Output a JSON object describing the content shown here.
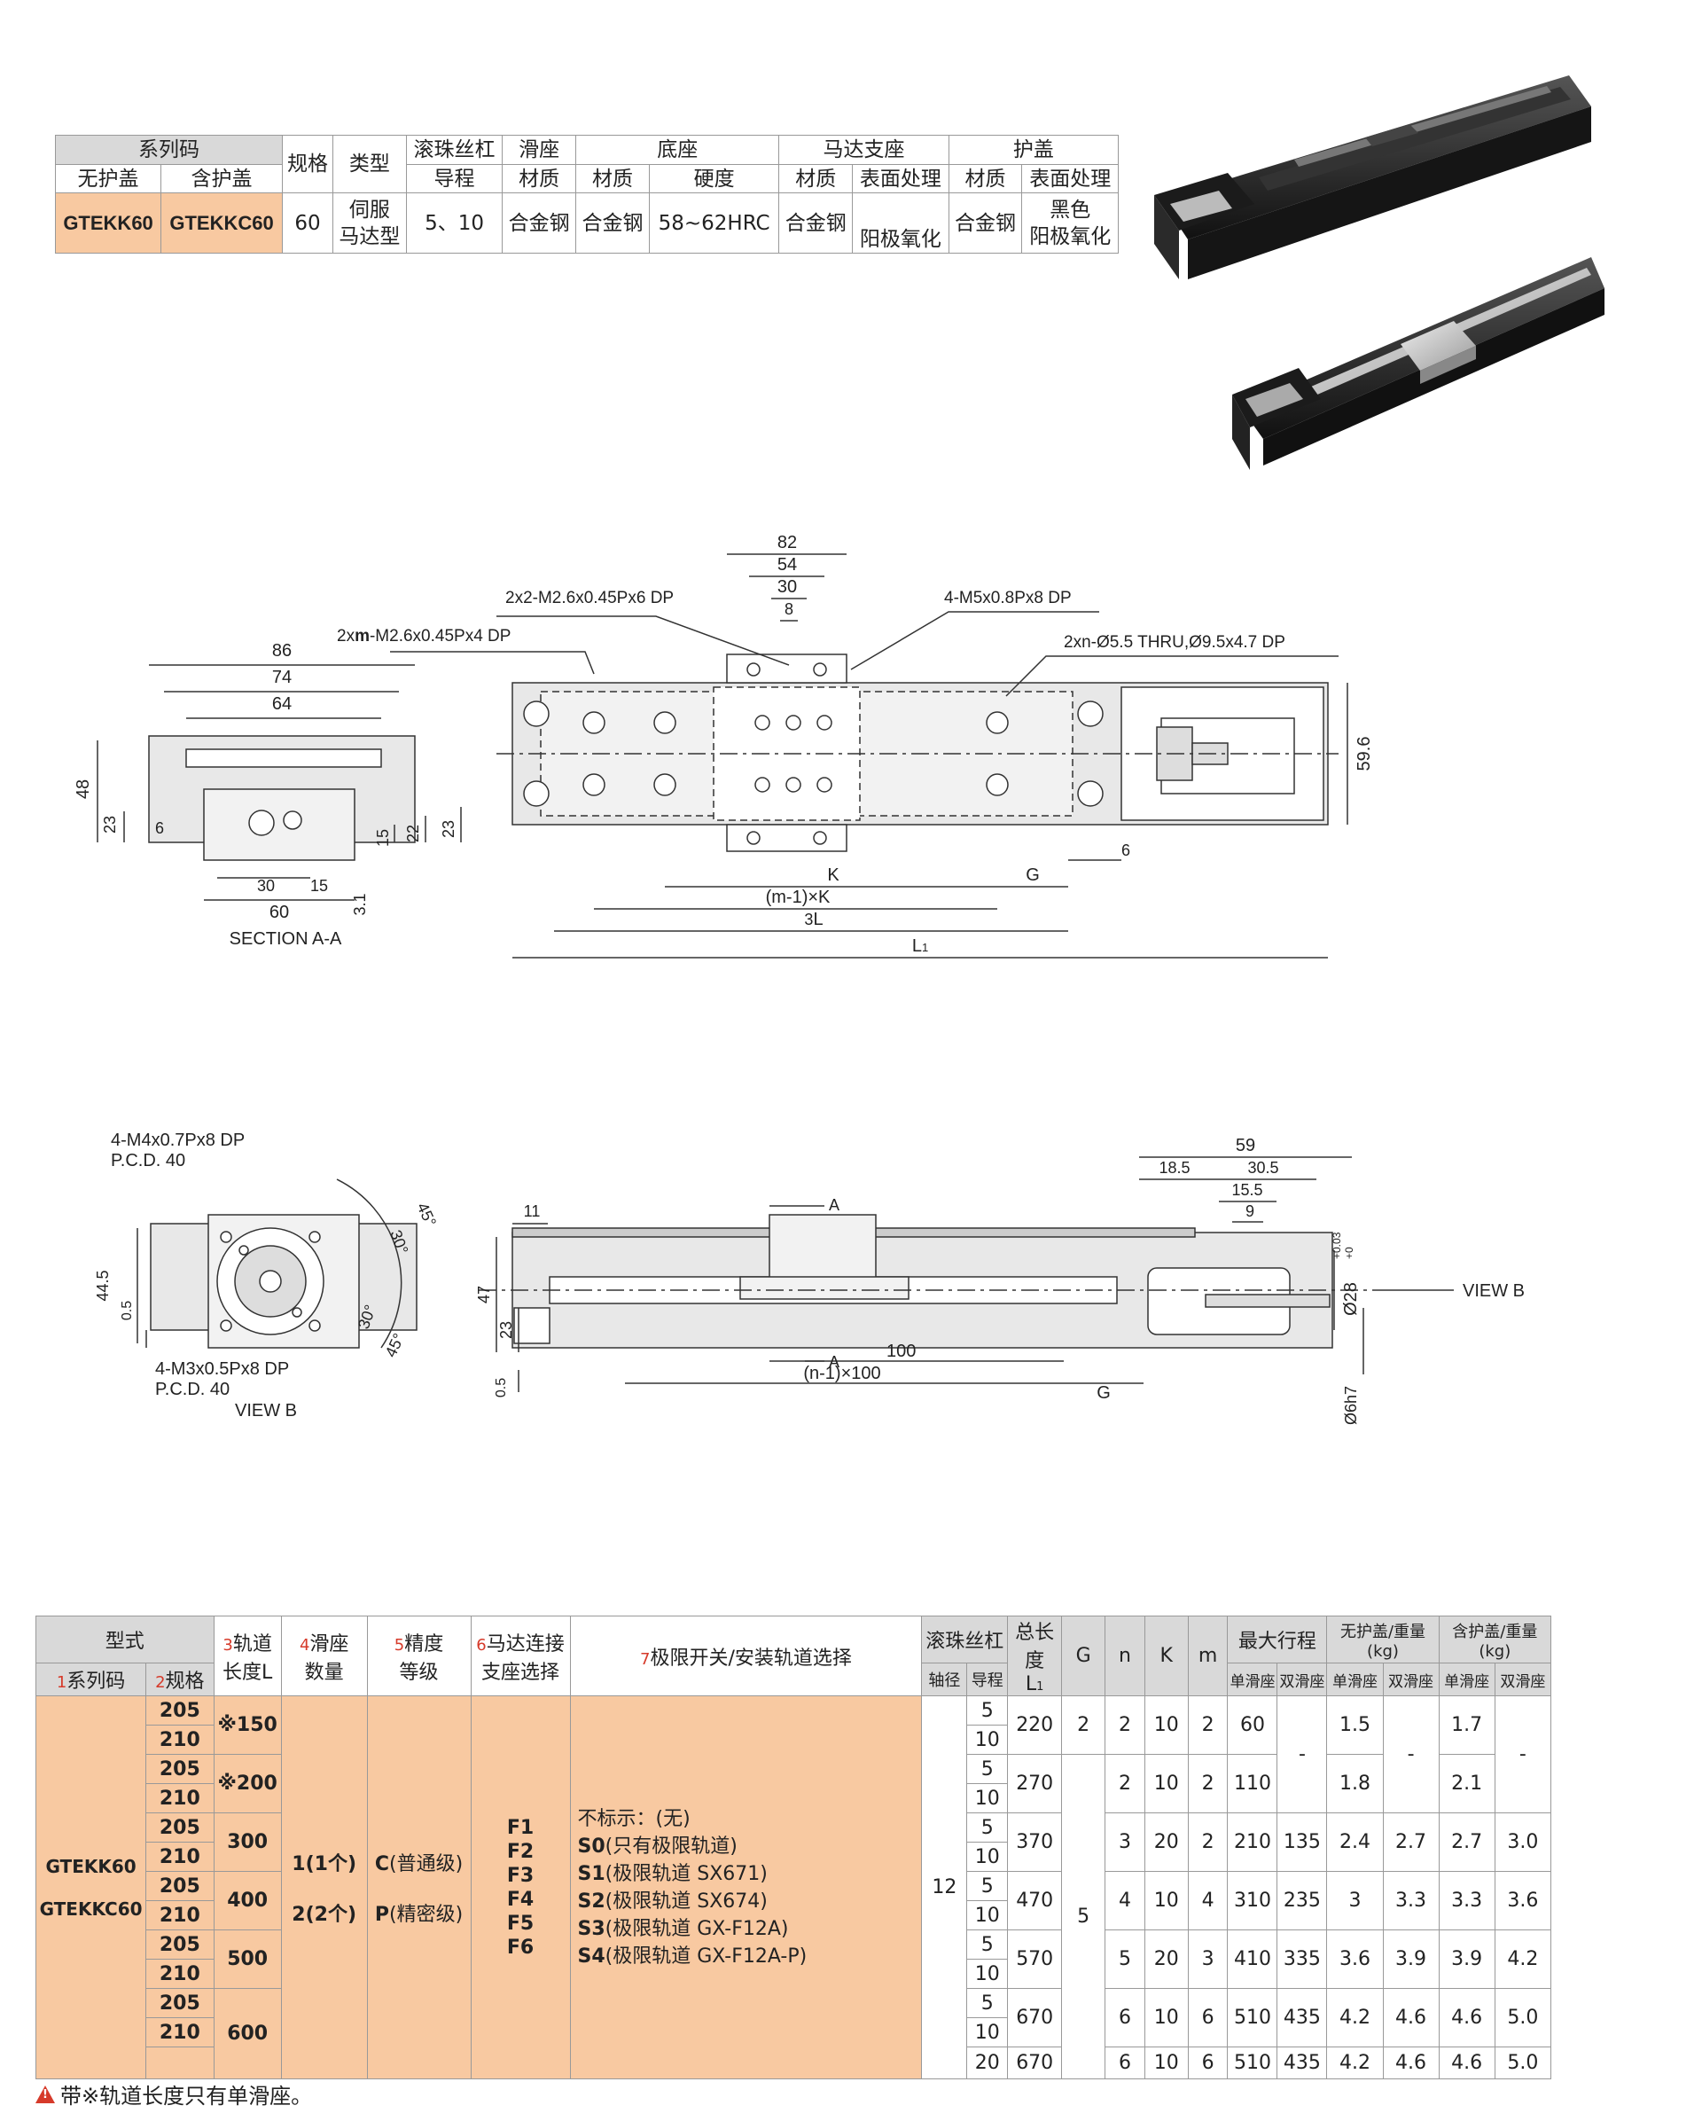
{
  "spec_table": {
    "header1": [
      "系列码",
      "规格",
      "类型",
      "滚珠丝杠",
      "滑座",
      "底座",
      "马达支座",
      "护盖"
    ],
    "header2": [
      "无护盖",
      "含护盖",
      "导程",
      "材质",
      "材质",
      "硬度",
      "材质",
      "表面处理",
      "材质",
      "表面处理"
    ],
    "row": {
      "code_no_cover": "GTEKK60",
      "code_with_cover": "GTEKKC60",
      "size": "60",
      "type": "伺服\n马达型",
      "lead": "5、10",
      "slider_material": "合金钢",
      "base_material": "合金钢",
      "base_hardness": "58~62HRC",
      "motor_seat_material": "合金钢",
      "motor_seat_surface": "阳极氧化",
      "cover_material": "合金钢",
      "cover_surface": "黑色\n阳极氧化"
    }
  },
  "drawing_top": {
    "section_label": "SECTION A-A",
    "section_dims": [
      "86",
      "74",
      "64",
      "48",
      "23",
      "6",
      "15",
      "22",
      "23",
      "30",
      "15",
      "3.1",
      "60"
    ],
    "callouts": [
      "2x2-M2.6x0.45Px6 DP",
      "4-M5x0.8Px8 DP",
      "2xm-M2.6x0.45Px4 DP",
      "2xn-Ø5.5 THRU,Ø9.5x4.7 DP"
    ],
    "callout_m_prefix": "2x",
    "callout_m_bold": "m",
    "callout_m_rest": "-M2.6x0.45Px4 DP",
    "top_dims": [
      "82",
      "54",
      "30",
      "8"
    ],
    "height_dim": "59.6",
    "right_dim": "6",
    "k_label": "K",
    "g_label": "G",
    "mk_label": "(m-1)×K",
    "l_label": "L",
    "l_num": "3",
    "l1_label": "L",
    "l1_sub": "1"
  },
  "drawing_bottom": {
    "view_labels": [
      "4-M4x0.7Px8 DP",
      "P.C.D. 40",
      "4-M3x0.5Px8 DP",
      "P.C.D. 40",
      "VIEW B"
    ],
    "view_dims": [
      "44.5",
      "0.5",
      "45°",
      "30°",
      "30°",
      "45°"
    ],
    "side_dims": [
      "11",
      "47",
      "23",
      "0.5",
      "A",
      "A",
      "100",
      "(n-1)×100",
      "G",
      "59",
      "18.5",
      "30.5",
      "15.5",
      "9"
    ],
    "shaft_dia": "Ø28",
    "tol_upper": "+0.03",
    "tol_lower": "+0",
    "shaft_small": "Ø6h7",
    "view_arrow": "VIEW B"
  },
  "model_table": {
    "h_model": "型式",
    "h_series": "系列码",
    "h_size": "规格",
    "h_rail1": "轨道",
    "h_rail2": "长度L",
    "h_slider1": "滑座",
    "h_slider2": "数量",
    "h_prec1": "精度",
    "h_prec2": "等级",
    "h_motor1": "马达连接",
    "h_motor2": "支座选择",
    "h_limit": "极限开关/安装轨道选择",
    "n1": "1",
    "n2": "2",
    "n3": "3",
    "n4": "4",
    "n5": "5",
    "n6": "6",
    "n7": "7",
    "h_screw": "滚珠丝杠",
    "h_shaft": "轴径",
    "h_lead": "导程",
    "h_total1": "总长度",
    "h_total2": "L",
    "h_total_sub": "1",
    "h_g": "G",
    "h_n": "n",
    "h_k": "K",
    "h_m": "m",
    "h_stroke": "最大行程",
    "h_single": "单滑座",
    "h_double": "双滑座",
    "h_w_no": "无护盖/重量(kg)",
    "h_w_with": "含护盖/重量(kg)",
    "series_a": "GTEKK60",
    "series_b": "GTEKKC60",
    "sizes": [
      "205",
      "210",
      "205",
      "210",
      "205",
      "210",
      "205",
      "210",
      "205",
      "210",
      "205",
      "210"
    ],
    "rails": [
      "※150",
      "※200",
      "300",
      "400",
      "500",
      "600"
    ],
    "slider_qty": [
      "1(1个)",
      "2(2个)"
    ],
    "precision": [
      {
        "code": "C",
        "text": "(普通级)"
      },
      {
        "code": "P",
        "text": "(精密级)"
      }
    ],
    "motor_codes": [
      "F1",
      "F2",
      "F3",
      "F4",
      "F5",
      "F6"
    ],
    "limit_none": "不标示：(无)",
    "limit_opts": [
      {
        "code": "S0",
        "text": "(只有极限轨道)"
      },
      {
        "code": "S1",
        "text": "(极限轨道  SX671)"
      },
      {
        "code": "S2",
        "text": "(极限轨道  SX674)"
      },
      {
        "code": "S3",
        "text": "(极限轨道  GX-F12A)"
      },
      {
        "code": "S4",
        "text": "(极限轨道  GX-F12A-P)"
      }
    ],
    "shaft": "12",
    "g_first": "2",
    "g_rest": "5",
    "dash": "-",
    "rows": [
      {
        "lead": [
          "5",
          "10"
        ],
        "l1": "220",
        "n": "2",
        "k": "10",
        "m": "2",
        "s1": "60",
        "w1": "1.5",
        "w3": "1.7"
      },
      {
        "lead": [
          "5",
          "10"
        ],
        "l1": "270",
        "n": "2",
        "k": "10",
        "m": "2",
        "s1": "110",
        "w1": "1.8",
        "w3": "2.1"
      },
      {
        "lead": [
          "5",
          "10"
        ],
        "l1": "370",
        "n": "3",
        "k": "20",
        "m": "2",
        "s1": "210",
        "s2": "135",
        "w1": "2.4",
        "w2": "2.7",
        "w3": "2.7",
        "w4": "3.0"
      },
      {
        "lead": [
          "5",
          "10"
        ],
        "l1": "470",
        "n": "4",
        "k": "10",
        "m": "4",
        "s1": "310",
        "s2": "235",
        "w1": "3",
        "w2": "3.3",
        "w3": "3.3",
        "w4": "3.6"
      },
      {
        "lead": [
          "5",
          "10"
        ],
        "l1": "570",
        "n": "5",
        "k": "20",
        "m": "3",
        "s1": "410",
        "s2": "335",
        "w1": "3.6",
        "w2": "3.9",
        "w3": "3.9",
        "w4": "4.2"
      },
      {
        "lead": [
          "5",
          "10"
        ],
        "l1": "670",
        "n": "6",
        "k": "10",
        "m": "6",
        "s1": "510",
        "s2": "435",
        "w1": "4.2",
        "w2": "4.6",
        "w3": "4.6",
        "w4": "5.0"
      },
      {
        "lead": [
          "20"
        ],
        "l1": "670",
        "n": "6",
        "k": "10",
        "m": "6",
        "s1": "510",
        "s2": "435",
        "w1": "4.2",
        "w2": "4.6",
        "w3": "4.6",
        "w4": "5.0"
      }
    ]
  },
  "footnote": "带※轨道长度只有单滑座。"
}
